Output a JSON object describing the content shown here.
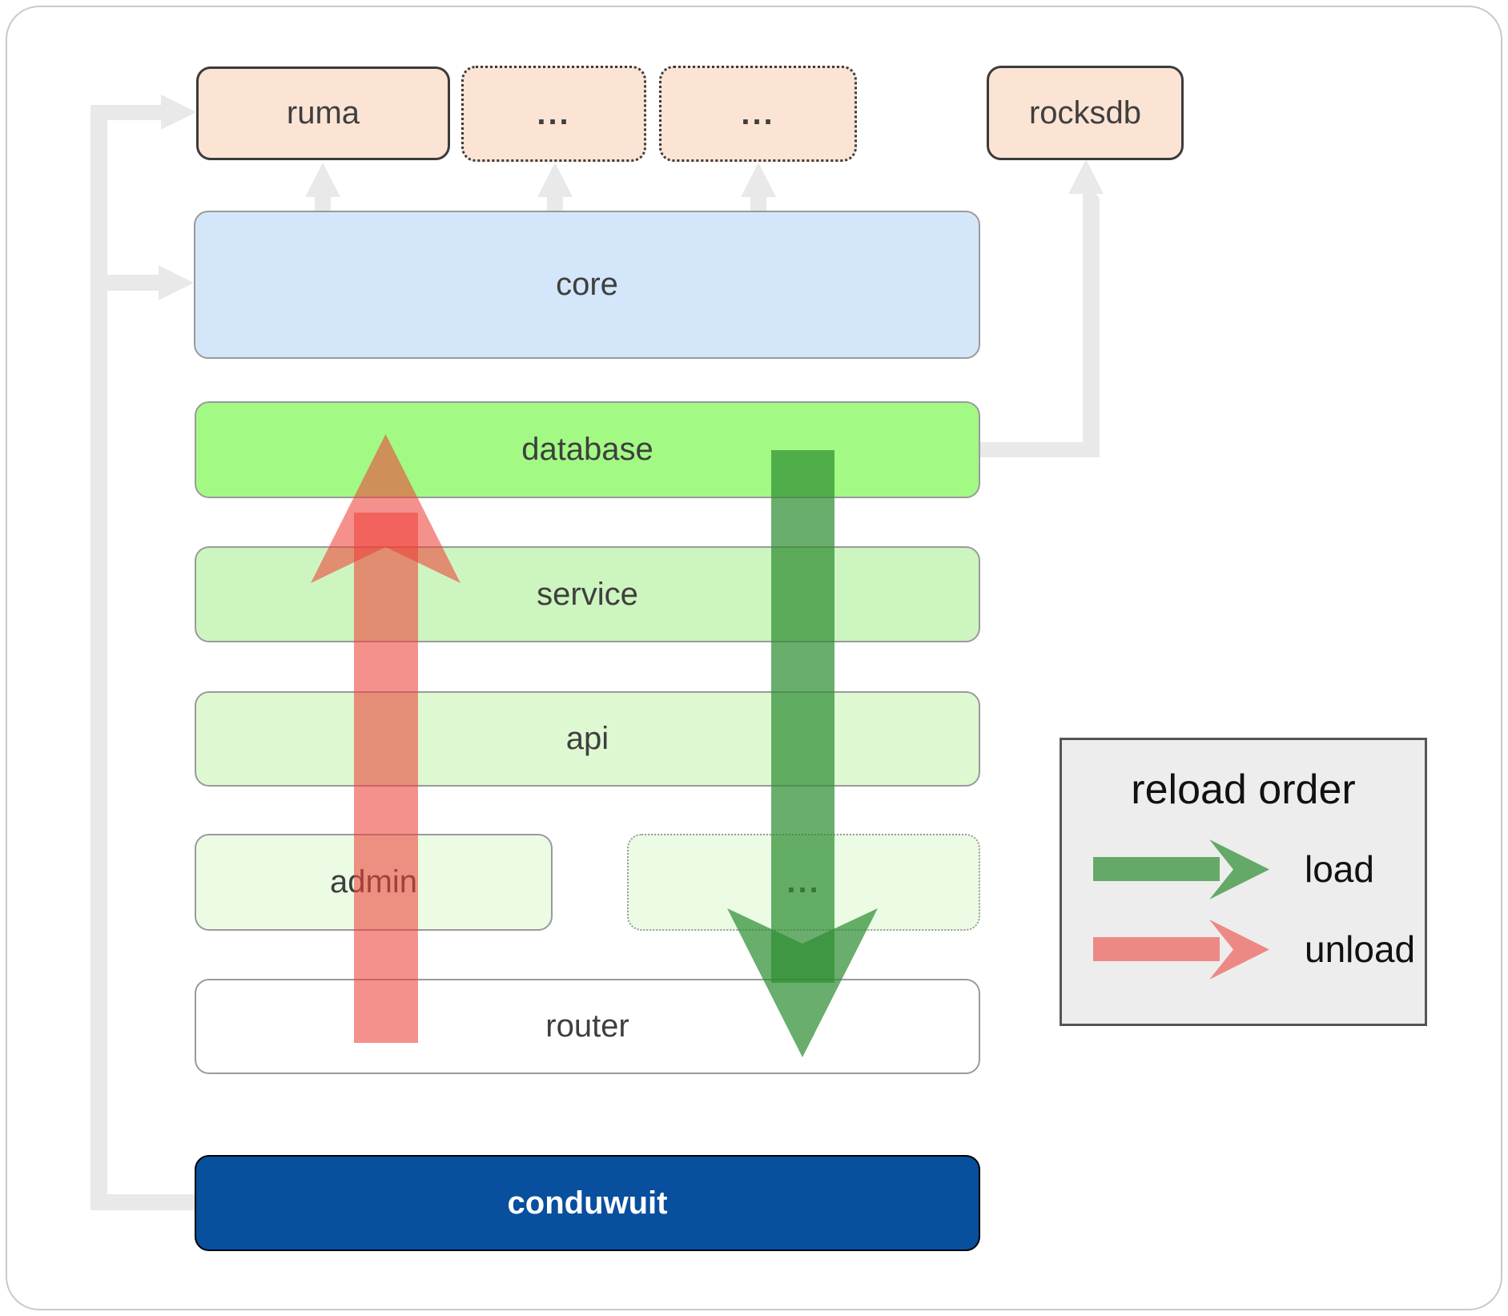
{
  "colors": {
    "peach": "#fbe4d4",
    "peach_border": "#3b3b3b",
    "blue": "#d4e7fa",
    "green_db": "#a2fa84",
    "green_service": "#cdf5bf",
    "green_api": "#def8d2",
    "green_admin": "#ebfbe4",
    "box_border": "#9a9a9a",
    "router_bg": "#ffffff",
    "navy": "#084f9e",
    "text_dark": "#3f3f3f",
    "gray_line": "#e9e9e9",
    "red_arrow": "rgba(237,66,57,0.58)",
    "green_arrow": "rgba(47,143,51,0.72)",
    "legend_bg": "#ededed",
    "legend_border": "#555555"
  },
  "top_row": [
    {
      "label": "ruma"
    },
    {
      "label": "..."
    },
    {
      "label": "..."
    },
    {
      "label": "rocksdb"
    }
  ],
  "layers": [
    {
      "label": "core"
    },
    {
      "label": "database"
    },
    {
      "label": "service"
    },
    {
      "label": "api"
    }
  ],
  "admin_row": {
    "admin": {
      "label": "admin"
    },
    "more": {
      "label": "..."
    }
  },
  "router": {
    "label": "router"
  },
  "app": {
    "label": "conduwuit"
  },
  "legend": {
    "title": "reload order",
    "items": [
      {
        "label": "load"
      },
      {
        "label": "unload"
      }
    ]
  }
}
